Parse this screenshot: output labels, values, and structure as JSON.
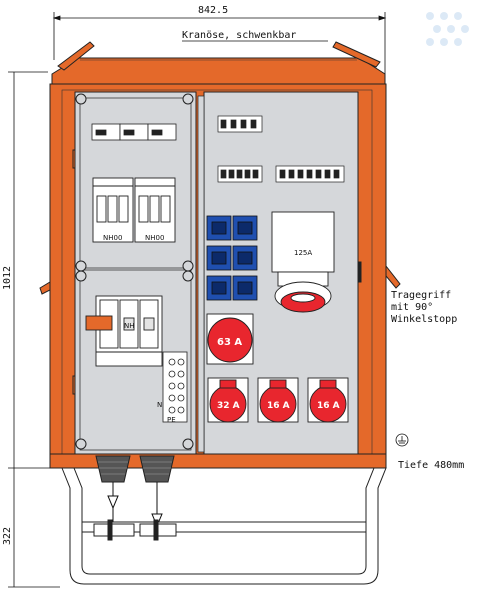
{
  "diagram": {
    "width_dim": "842.5",
    "height_dim": "1012",
    "frame_dim": "322",
    "crane_label": "Kranöse, schwenkbar",
    "handle_label": [
      "Tragegriff",
      "mit 90°",
      "Winkelstopp"
    ],
    "depth_label": "Tiefe 480mm",
    "fuse_label_1": "NH00",
    "fuse_label_2": "NH00",
    "socket_125": "125A",
    "socket_63": "63 A",
    "socket_32": "32 A",
    "socket_16a": "16 A",
    "socket_16b": "16 A",
    "terminal_n": "N",
    "terminal_pe": "PE",
    "colors": {
      "housing": "#e4692a",
      "panel": "#d5d7da",
      "socket_red": "#e8262e",
      "socket_blue": "#1f4fb0"
    }
  }
}
